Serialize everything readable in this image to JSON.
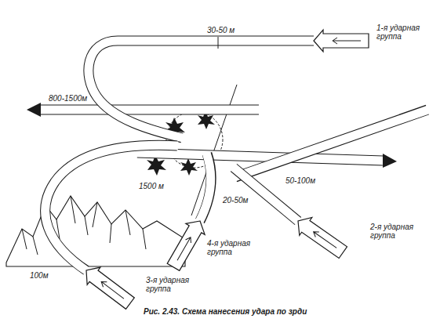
{
  "diagram": {
    "caption": "Рис. 2.43. Схема нанесения удара по зрди",
    "labels": [
      "1-я ударная группа",
      "30-50 м",
      "800-1500м",
      "1500 м",
      "50-100м",
      "20-50м",
      "2-я ударная группа",
      "4-я ударная группа",
      "100м",
      "3-я ударная группа"
    ]
  }
}
